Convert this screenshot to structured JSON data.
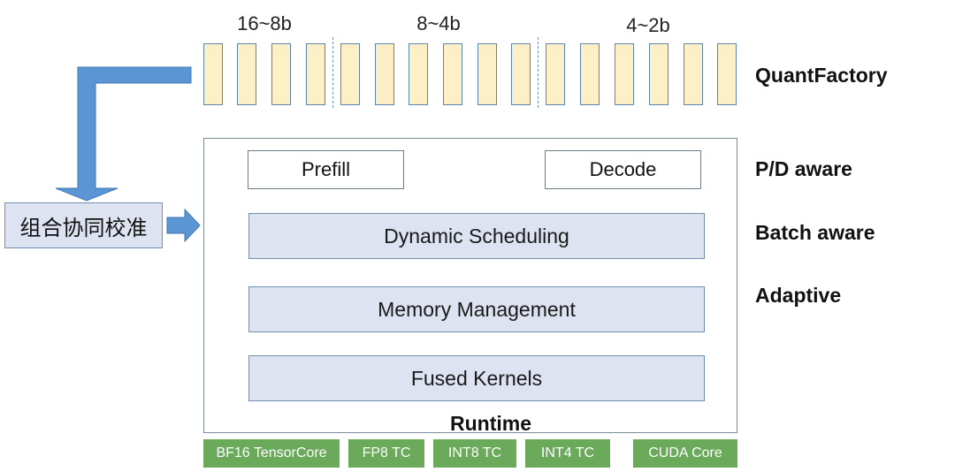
{
  "precision_groups": [
    {
      "label": "16~8b"
    },
    {
      "label": "8~4b"
    },
    {
      "label": "4~2b"
    }
  ],
  "side_labels": {
    "quant_factory": "QuantFactory",
    "pd_aware": "P/D aware",
    "batch_aware": "Batch aware",
    "adaptive": "Adaptive"
  },
  "calibration": {
    "label": "组合协同校准"
  },
  "runtime": {
    "title": "Runtime",
    "prefill": "Prefill",
    "decode": "Decode",
    "blocks": [
      "Dynamic Scheduling",
      "Memory Management",
      "Fused Kernels"
    ]
  },
  "hardware": [
    "BF16 TensorCore",
    "FP8 TC",
    "INT8 TC",
    "INT4 TC",
    "CUDA Core"
  ],
  "colors": {
    "bit_fill": "#fdf0c6",
    "bit_border": "#5b84b0",
    "block_fill": "#dde3f0",
    "arrow": "#5b95d3",
    "hardware": "#6aaa5a"
  }
}
